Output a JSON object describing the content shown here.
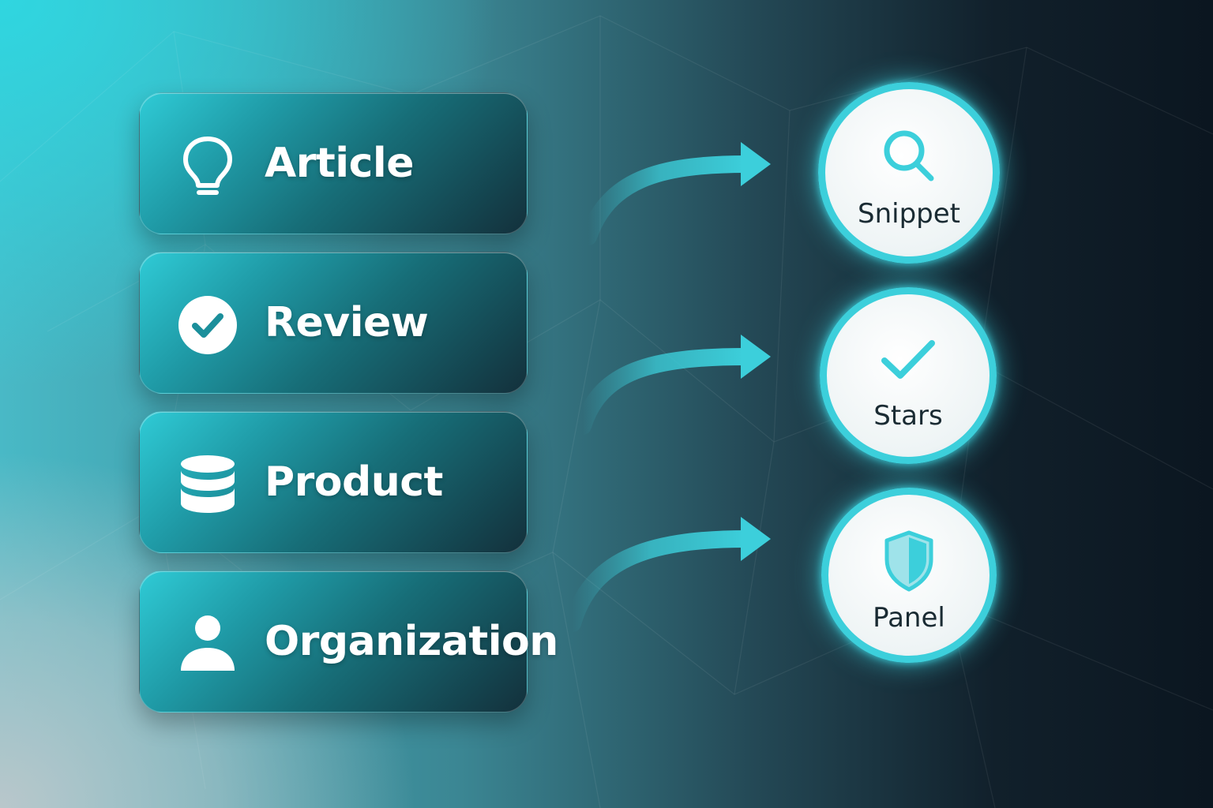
{
  "colors": {
    "accent": "#3ccfdb",
    "card_text": "#ffffff",
    "circle_text": "#1a2b33"
  },
  "sources": [
    {
      "label": "Article",
      "icon": "lightbulb-icon"
    },
    {
      "label": "Review",
      "icon": "check-circle-icon"
    },
    {
      "label": "Product",
      "icon": "database-icon"
    },
    {
      "label": "Organization",
      "icon": "person-icon"
    }
  ],
  "targets": [
    {
      "label": "Snippet",
      "icon": "search-icon"
    },
    {
      "label": "Stars",
      "icon": "checkmark-icon"
    },
    {
      "label": "Panel",
      "icon": "shield-icon"
    }
  ]
}
